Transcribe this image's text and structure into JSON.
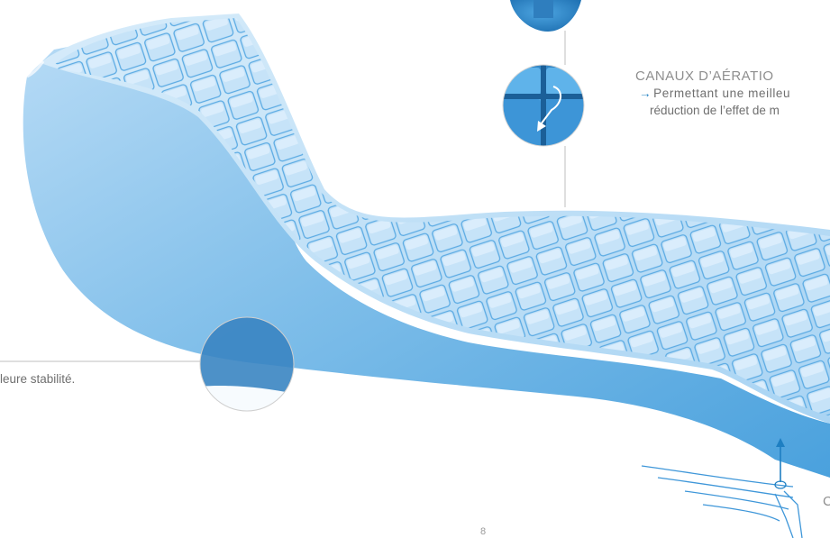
{
  "features": {
    "air_channels": {
      "title": "CANAUX D’AÉRATIO",
      "arrow": "→",
      "line1": "Permettant une meilleu",
      "line2": "réduction de l’effet de m"
    },
    "stability": {
      "text": "leure stabilité."
    }
  },
  "corner_letter": "C",
  "page_mark": "8",
  "colors": {
    "foam_light": "#cfe6f8",
    "foam_mid": "#8dc5ee",
    "foam_dark": "#3f97d9",
    "accent_arrow": "#1e7fc2",
    "text_gray": "#6f6f6f",
    "leader_line": "#bfbfbf"
  }
}
